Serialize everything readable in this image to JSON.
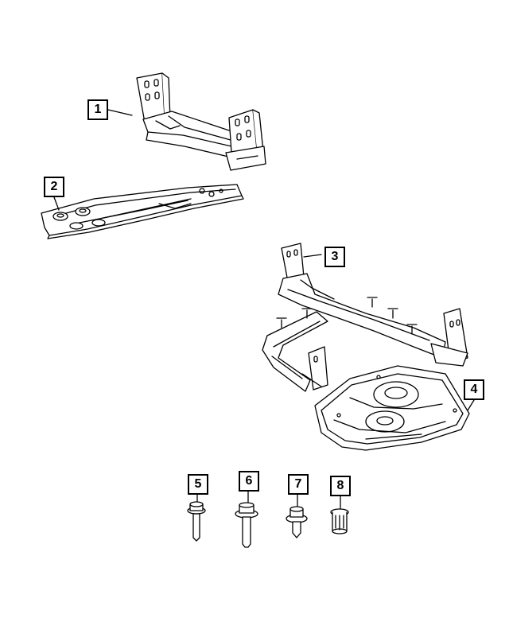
{
  "callouts": {
    "c1": "1",
    "c2": "2",
    "c3": "3",
    "c4": "4",
    "c5": "5",
    "c6": "6",
    "c7": "7",
    "c8": "8"
  }
}
